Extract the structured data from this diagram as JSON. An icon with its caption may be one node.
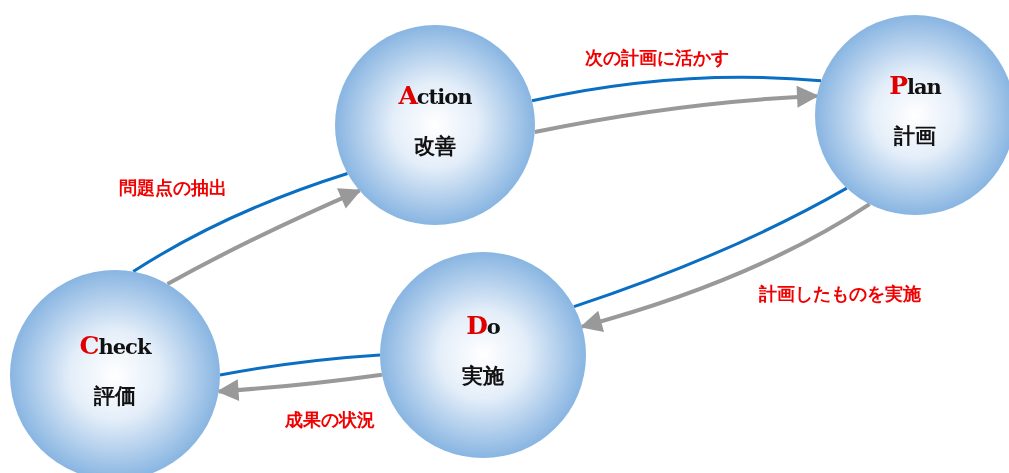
{
  "diagram": {
    "nodes": [
      {
        "text": [
          "Action",
          "改善"
        ]
      },
      {
        "text": [
          "Plan",
          "計画"
        ]
      },
      {
        "text": [
          "Do",
          "実施"
        ]
      },
      {
        "text": [
          "Check",
          "評価"
        ]
      }
    ],
    "edges": [
      {
        "from": 0,
        "to": 1,
        "arrow": "none",
        "label": "次の計画に活かす",
        "color": "#0a6fc2"
      },
      {
        "from": 0,
        "to": 1,
        "arrow": "to",
        "color": "#999999"
      },
      {
        "from": 1,
        "to": 2,
        "arrow": "none",
        "color": "#0a6fc2"
      },
      {
        "from": 1,
        "to": 2,
        "arrow": "to",
        "label": "計画したものを実施",
        "color": "#999999"
      },
      {
        "from": 2,
        "to": 3,
        "arrow": "none",
        "color": "#0a6fc2"
      },
      {
        "from": 2,
        "to": 3,
        "arrow": "to",
        "label": "成果の状況",
        "color": "#999999"
      },
      {
        "from": 3,
        "to": 0,
        "arrow": "none",
        "label": "問題点の抽出",
        "color": "#0a6fc2"
      },
      {
        "from": 3,
        "to": 0,
        "arrow": "to",
        "color": "#999999"
      }
    ]
  }
}
